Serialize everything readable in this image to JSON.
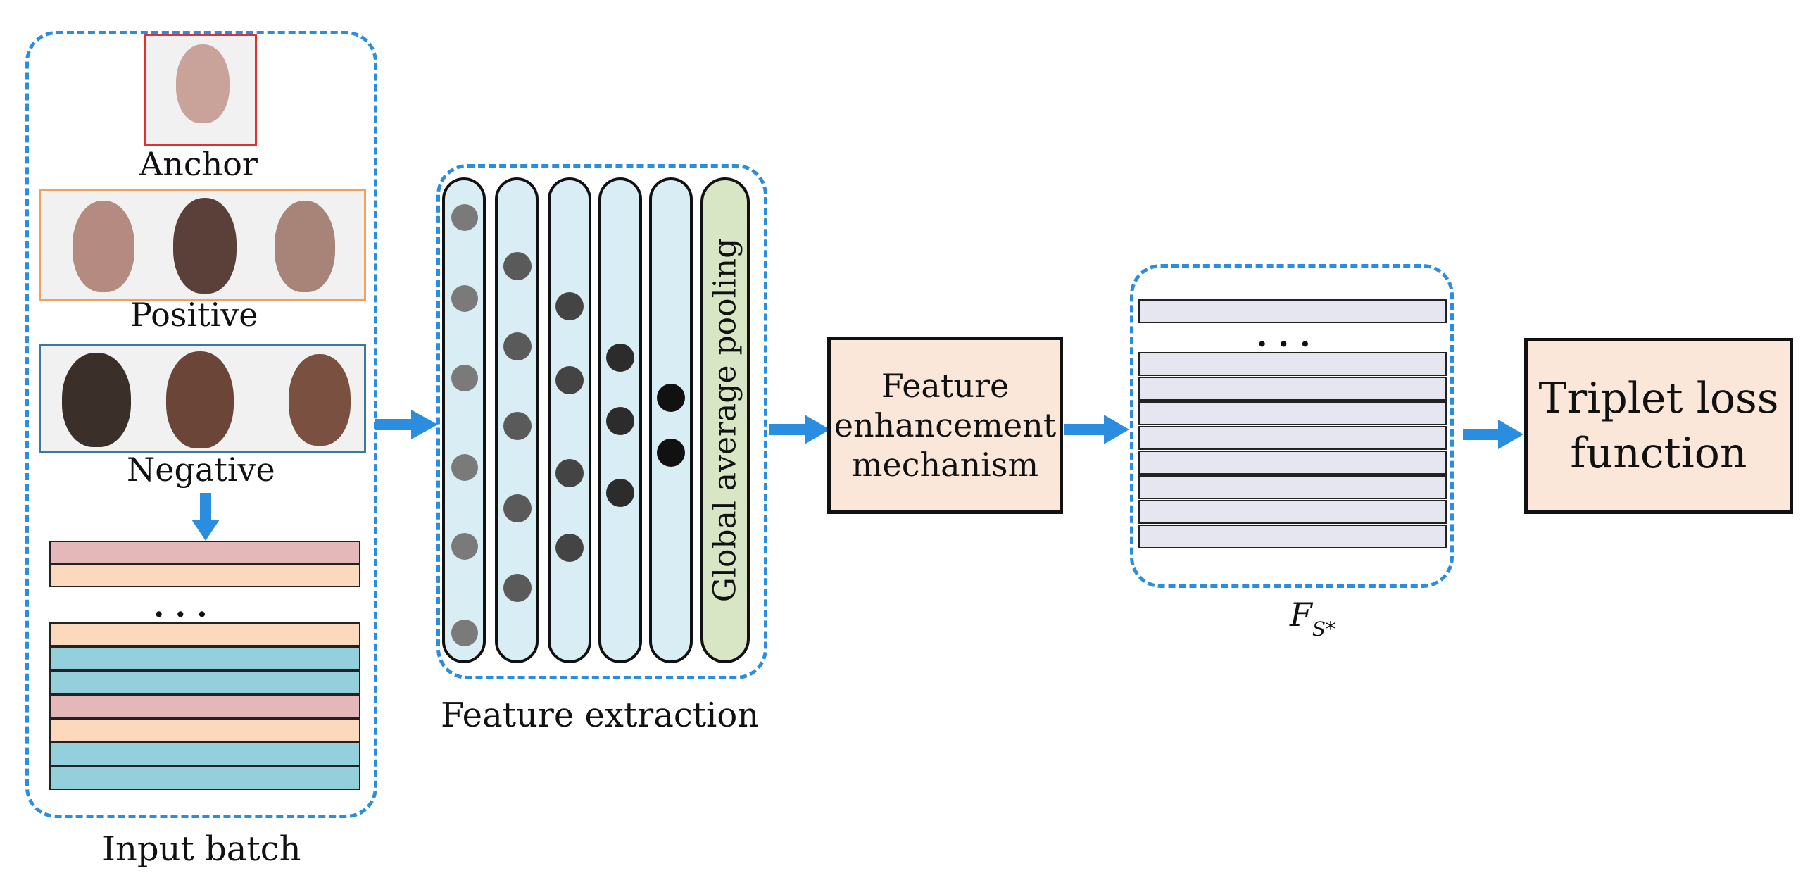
{
  "input": {
    "anchor_label": "Anchor",
    "positive_label": "Positive",
    "negative_label": "Negative",
    "title": "Input batch",
    "ellipsis": ". . ."
  },
  "extraction": {
    "title": "Feature extraction",
    "pooling_label": "Global average pooling"
  },
  "enhancement": {
    "line1": "Feature",
    "line2": "enhancement",
    "line3": "mechanism"
  },
  "features": {
    "label_main": "F",
    "label_sub": "S*",
    "ellipsis": ". . ."
  },
  "loss": {
    "line1": "Triplet loss",
    "line2": "function"
  },
  "colors": {
    "accent_blue": "#2a8de0",
    "row_pink": "#e4b8b8",
    "row_peach": "#fcd8bd",
    "row_blue": "#94cfdc",
    "box_fill": "#fae7da",
    "column_fill": "#d9edf4",
    "pooling_fill": "#d8e6c6",
    "feature_row_fill": "#e6e6f0",
    "anchor_border": "#e03030",
    "positive_border": "#f0a060",
    "negative_border": "#3a7a9a"
  }
}
